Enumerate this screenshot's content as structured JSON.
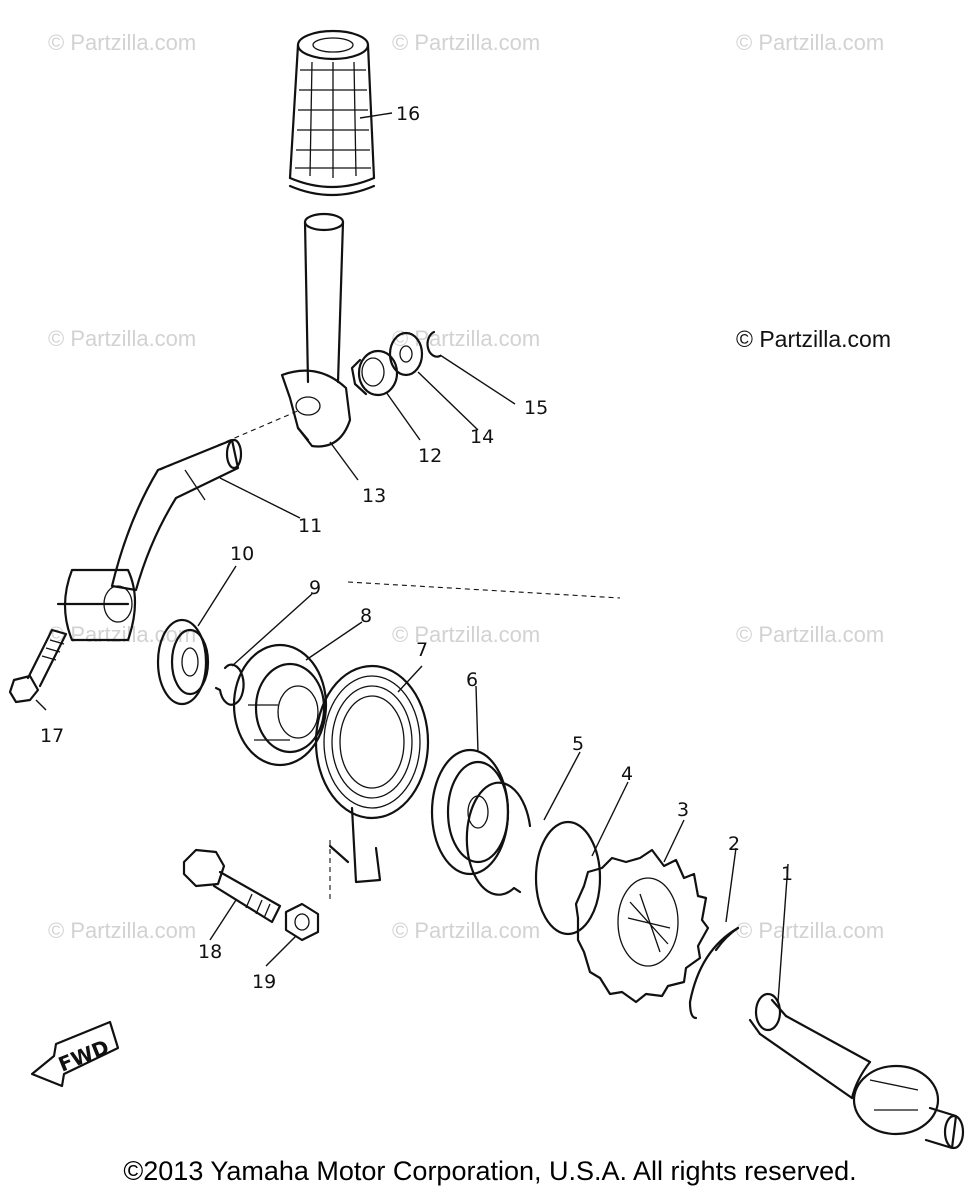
{
  "watermark": "© Partzilla.com",
  "brand": "© Partzilla.com",
  "copyright": "©2013 Yamaha Motor Corporation, U.S.A. All rights reserved.",
  "direction_label": "FWD",
  "callouts": [
    "1",
    "2",
    "3",
    "4",
    "5",
    "6",
    "7",
    "8",
    "9",
    "10",
    "11",
    "12",
    "13",
    "14",
    "15",
    "16",
    "17",
    "18",
    "19"
  ],
  "parts": [
    "kick-axle",
    "circlip",
    "kick-gear",
    "washer",
    "circlip-5",
    "spring-cover",
    "torsion-spring",
    "spring-guide",
    "circlip-9",
    "bushing",
    "kick-crank",
    "boss",
    "crank-boss",
    "washer-14",
    "circlip-15",
    "kick-grip",
    "bolt-17",
    "bolt-18",
    "nut-19"
  ]
}
